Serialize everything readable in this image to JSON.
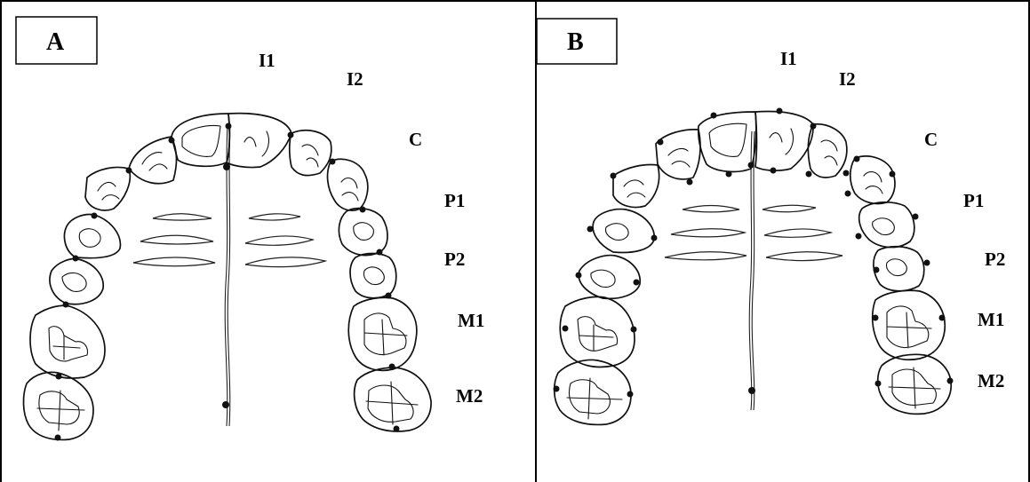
{
  "panels": [
    {
      "id": "A",
      "label": "A"
    },
    {
      "id": "B",
      "label": "B"
    }
  ],
  "tooth_labels": {
    "I1": "I1",
    "I2": "I2",
    "C": "C",
    "P1": "P1",
    "P2": "P2",
    "M1": "M1",
    "M2": "M2"
  },
  "colors": {
    "line": "#111111",
    "background": "#ffffff"
  }
}
